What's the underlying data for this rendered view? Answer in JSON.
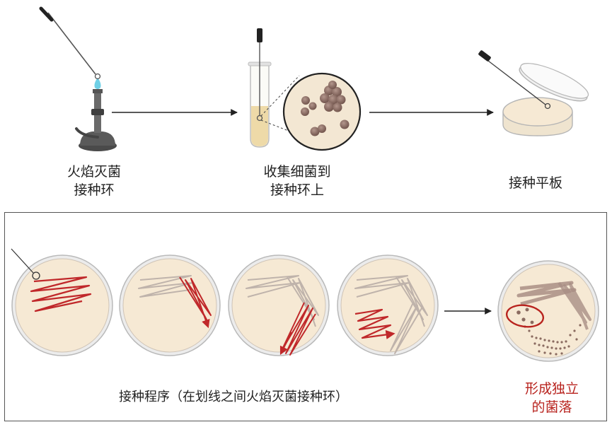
{
  "top_steps": [
    {
      "line1": "火焰灭菌",
      "line2": "接种环"
    },
    {
      "line1": "收集细菌到",
      "line2": "接种环上"
    },
    {
      "line1": "接种平板",
      "line2": ""
    }
  ],
  "bottom": {
    "caption": "接种程序（在划线之间火焰灭菌接种环）",
    "result_line1": "形成独立",
    "result_line2": "的菌落"
  },
  "colors": {
    "agar": "#f6e9d4",
    "rim": "#c9c1b6",
    "streak": "#c0282a",
    "old_streak": "#bfb3ab",
    "colony_dark": "#8a6b60",
    "result": "#b8231e"
  }
}
